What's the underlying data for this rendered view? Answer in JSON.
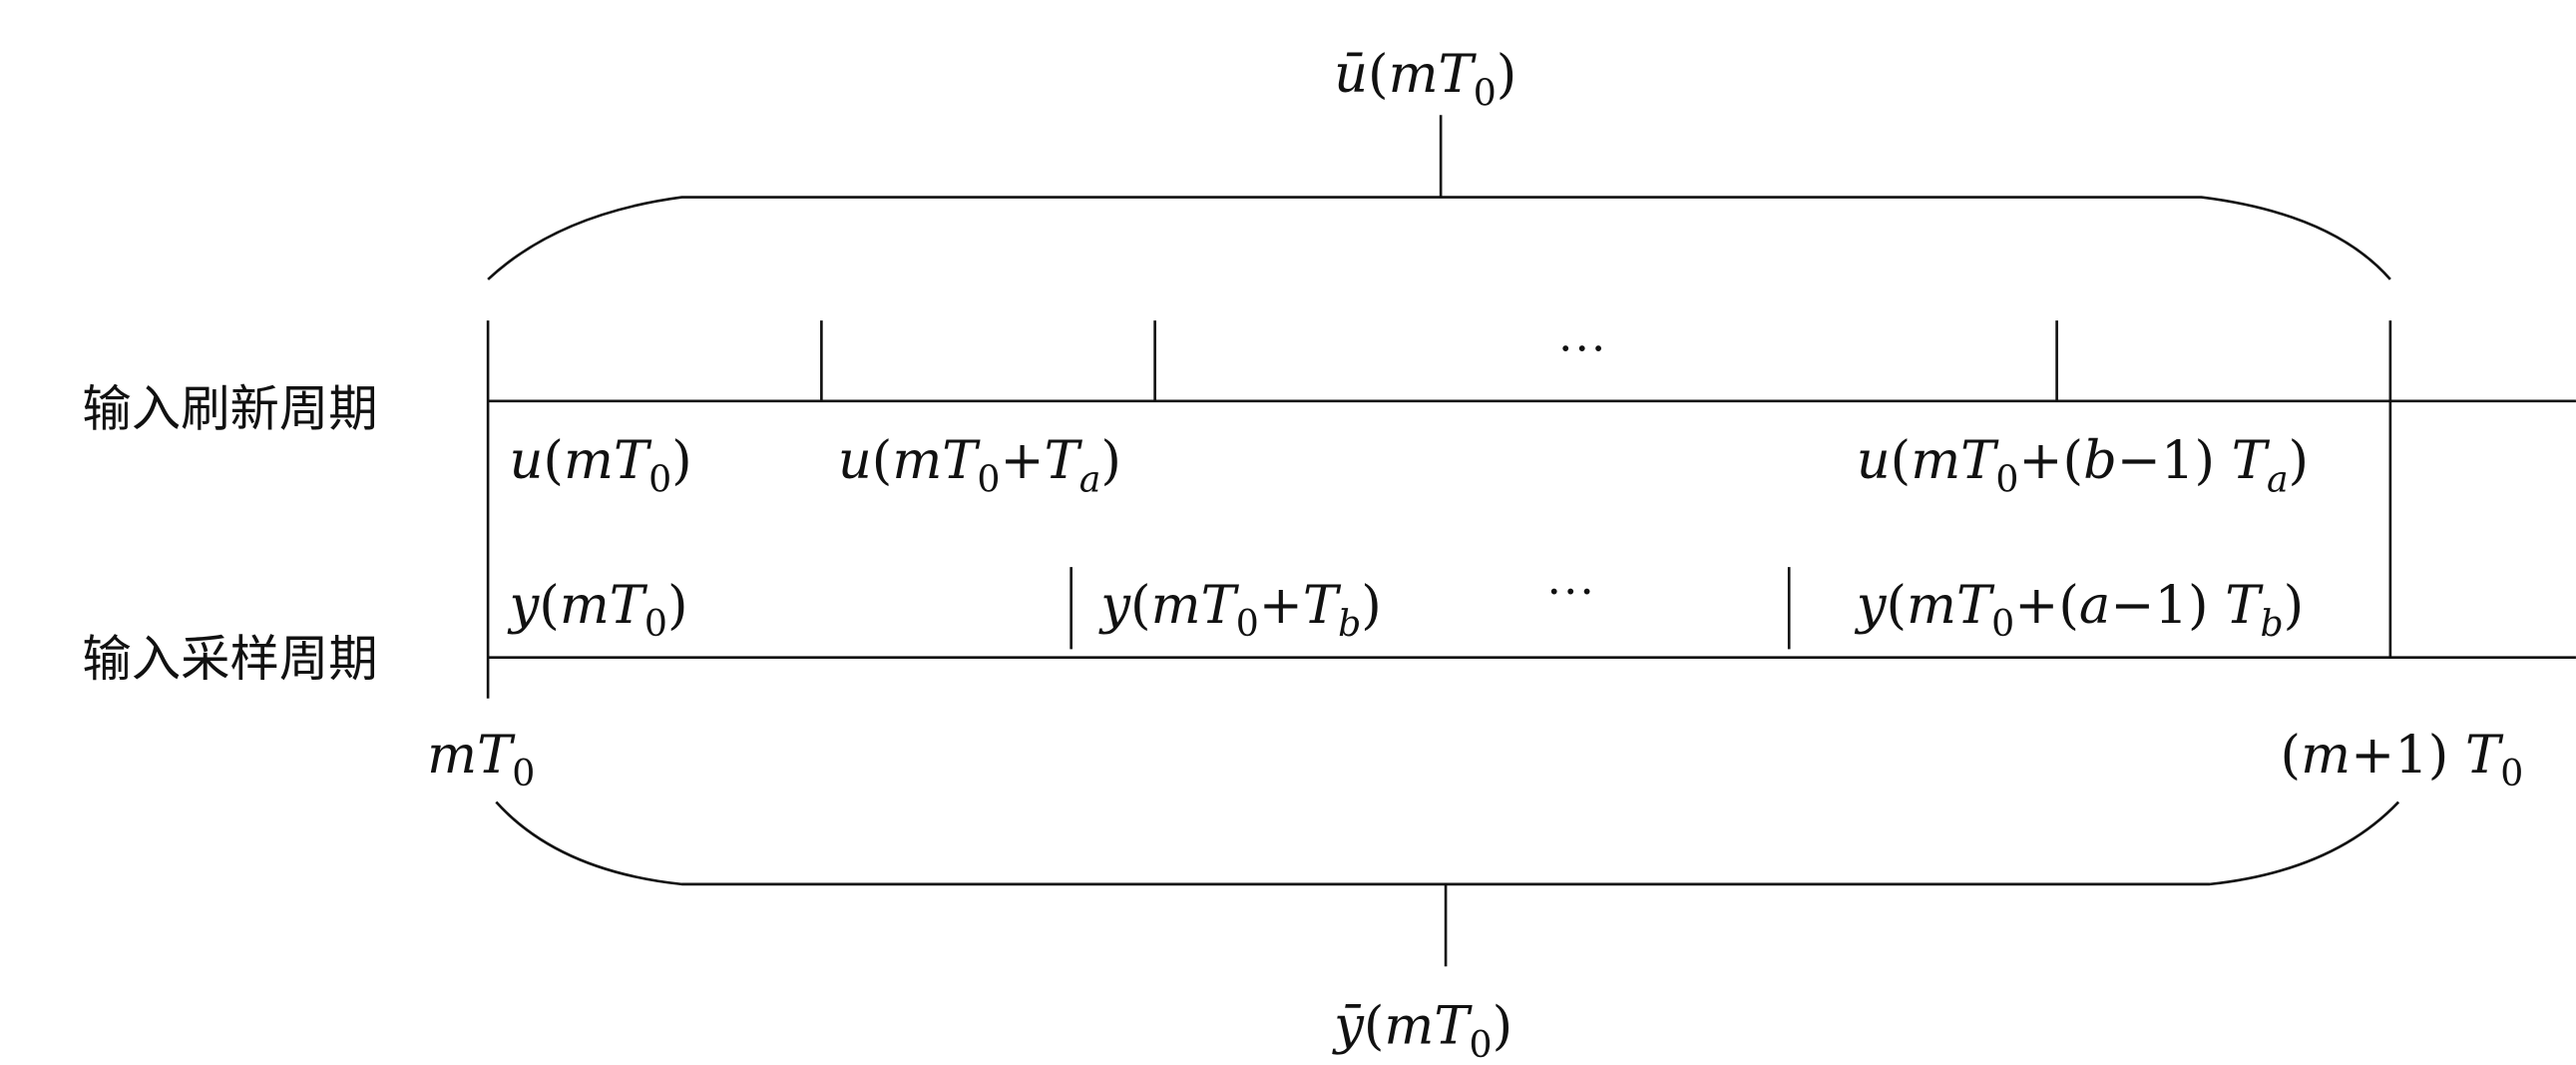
{
  "row_labels": {
    "refresh": "输入刷新周期",
    "sample": "输入采样周期"
  },
  "ellipsis": "···",
  "math": {
    "u_bar": [
      {
        "t": "ū",
        "f": "i"
      },
      {
        "t": "(",
        "f": "n"
      },
      {
        "t": "mT",
        "f": "i"
      },
      {
        "t": "0",
        "f": "s"
      },
      {
        "t": ")",
        "f": "n"
      }
    ],
    "y_bar": [
      {
        "t": "ȳ",
        "f": "i"
      },
      {
        "t": "(",
        "f": "n"
      },
      {
        "t": "mT",
        "f": "i"
      },
      {
        "t": "0",
        "f": "s"
      },
      {
        "t": ")",
        "f": "n"
      }
    ],
    "u0": [
      {
        "t": "u",
        "f": "i"
      },
      {
        "t": "(",
        "f": "n"
      },
      {
        "t": "mT",
        "f": "i"
      },
      {
        "t": "0",
        "f": "s"
      },
      {
        "t": ")",
        "f": "n"
      }
    ],
    "u1": [
      {
        "t": "u",
        "f": "i"
      },
      {
        "t": "(",
        "f": "n"
      },
      {
        "t": "mT",
        "f": "i"
      },
      {
        "t": "0",
        "f": "s"
      },
      {
        "t": "+",
        "f": "n"
      },
      {
        "t": "T",
        "f": "i"
      },
      {
        "t": "a",
        "f": "si"
      },
      {
        "t": ")",
        "f": "n"
      }
    ],
    "un": [
      {
        "t": "u",
        "f": "i"
      },
      {
        "t": "(",
        "f": "n"
      },
      {
        "t": "mT",
        "f": "i"
      },
      {
        "t": "0",
        "f": "s"
      },
      {
        "t": "+(",
        "f": "n"
      },
      {
        "t": "b",
        "f": "i"
      },
      {
        "t": "−1) ",
        "f": "n"
      },
      {
        "t": "T",
        "f": "i"
      },
      {
        "t": "a",
        "f": "si"
      },
      {
        "t": ")",
        "f": "n"
      }
    ],
    "y0": [
      {
        "t": "y",
        "f": "i"
      },
      {
        "t": "(",
        "f": "n"
      },
      {
        "t": "mT",
        "f": "i"
      },
      {
        "t": "0",
        "f": "s"
      },
      {
        "t": ")",
        "f": "n"
      }
    ],
    "y1": [
      {
        "t": "y",
        "f": "i"
      },
      {
        "t": "(",
        "f": "n"
      },
      {
        "t": "mT",
        "f": "i"
      },
      {
        "t": "0",
        "f": "s"
      },
      {
        "t": "+",
        "f": "n"
      },
      {
        "t": "T",
        "f": "i"
      },
      {
        "t": "b",
        "f": "si"
      },
      {
        "t": ")",
        "f": "n"
      }
    ],
    "yn": [
      {
        "t": "y",
        "f": "i"
      },
      {
        "t": "(",
        "f": "n"
      },
      {
        "t": "mT",
        "f": "i"
      },
      {
        "t": "0",
        "f": "s"
      },
      {
        "t": "+(",
        "f": "n"
      },
      {
        "t": "a",
        "f": "i"
      },
      {
        "t": "−1) ",
        "f": "n"
      },
      {
        "t": "T",
        "f": "i"
      },
      {
        "t": "b",
        "f": "si"
      },
      {
        "t": ")",
        "f": "n"
      }
    ],
    "start": [
      {
        "t": "mT",
        "f": "i"
      },
      {
        "t": "0",
        "f": "s"
      }
    ],
    "end": [
      {
        "t": "(",
        "f": "n"
      },
      {
        "t": "m",
        "f": "i"
      },
      {
        "t": "+1) ",
        "f": "n"
      },
      {
        "t": "T",
        "f": "i"
      },
      {
        "t": "0",
        "f": "s"
      }
    ]
  }
}
